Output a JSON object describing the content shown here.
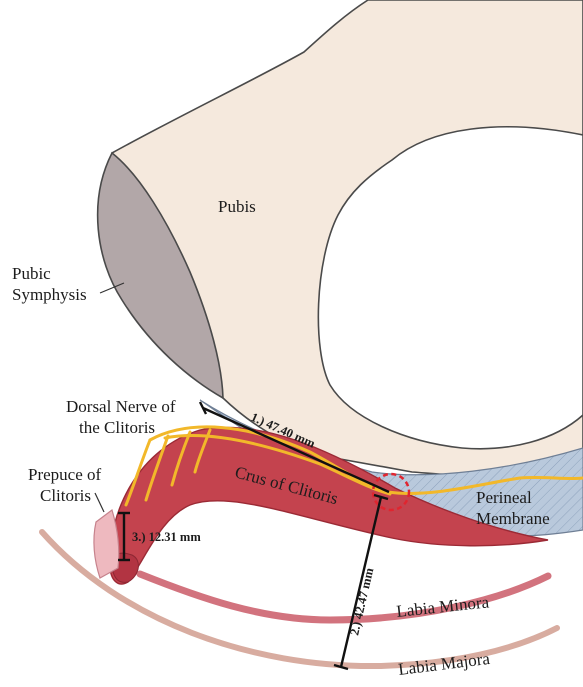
{
  "labels": {
    "pubis": "Pubis",
    "pubic_symphysis_1": "Pubic",
    "pubic_symphysis_2": "Symphysis",
    "dorsal_nerve_1": "Dorsal Nerve of",
    "dorsal_nerve_2": "the Clitoris",
    "prepuce_1": "Prepuce of",
    "prepuce_2": "Clitoris",
    "crus": "Crus of Clitoris",
    "perineal_1": "Perineal",
    "perineal_2": "Membrane",
    "labia_minora": "Labia Minora",
    "labia_majora": "Labia Majora"
  },
  "measurements": {
    "m1": "1.) 47.40 mm",
    "m2": "2.) 42.47 mm",
    "m3": "3.) 12.31 mm"
  },
  "colors": {
    "bone": "#f5e9dd",
    "symphysis": "#b2a7a8",
    "crus": "#c4434e",
    "nerve": "#f2b82a",
    "membrane": "#b9c9dc",
    "labia_minora": "#d2737e",
    "labia_majora": "#d8aca0",
    "prepuce": "#eeb9bf",
    "highlight_circle": "#e0252f"
  }
}
